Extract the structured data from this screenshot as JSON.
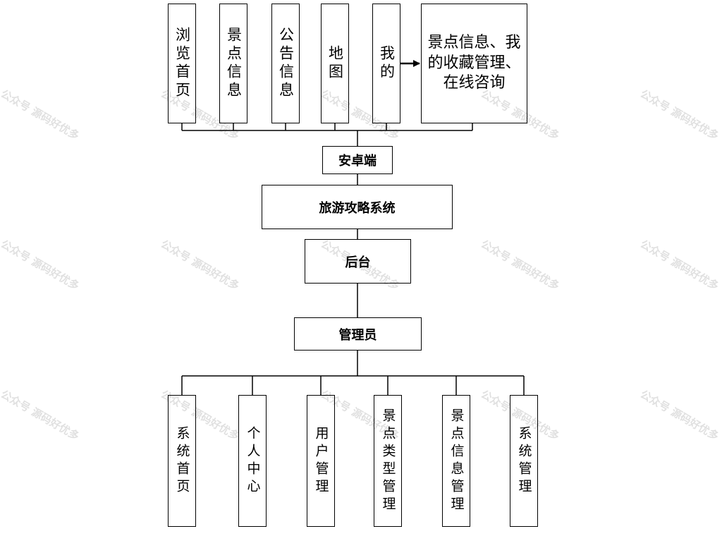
{
  "client_items": [
    "浏览首页",
    "景点信息",
    "公告信息",
    "地图",
    "我的"
  ],
  "my_detail": "景点信息、我的收藏管理、在线咨询",
  "android_label": "安卓端",
  "system_label": "旅游攻略系统",
  "backend_label": "后台",
  "admin_label": "管理员",
  "admin_items": [
    "系统首页",
    "个人中心",
    "用户管理",
    "景点类型管理",
    "景点信息管理",
    "系统管理"
  ],
  "watermark": "公众号 源码好优多"
}
